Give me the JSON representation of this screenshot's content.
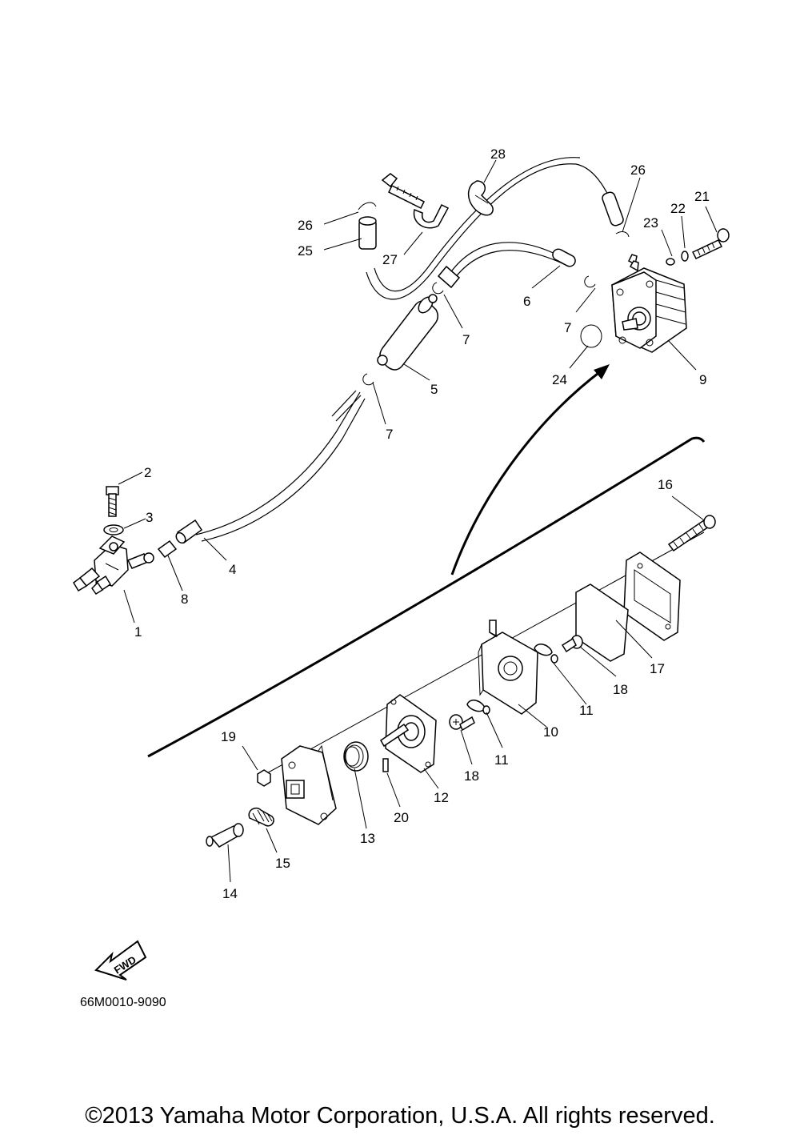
{
  "diagram": {
    "code": "66M0010-9090",
    "fwd_label": "FWD",
    "parts": [
      {
        "id": "label-1",
        "text": "1"
      },
      {
        "id": "label-2",
        "text": "2"
      },
      {
        "id": "label-3",
        "text": "3"
      },
      {
        "id": "label-4",
        "text": "4"
      },
      {
        "id": "label-5",
        "text": "5"
      },
      {
        "id": "label-6",
        "text": "6"
      },
      {
        "id": "label-7a",
        "text": "7"
      },
      {
        "id": "label-7b",
        "text": "7"
      },
      {
        "id": "label-7c",
        "text": "7"
      },
      {
        "id": "label-8",
        "text": "8"
      },
      {
        "id": "label-9",
        "text": "9"
      },
      {
        "id": "label-10",
        "text": "10"
      },
      {
        "id": "label-11a",
        "text": "11"
      },
      {
        "id": "label-11b",
        "text": "11"
      },
      {
        "id": "label-12",
        "text": "12"
      },
      {
        "id": "label-13",
        "text": "13"
      },
      {
        "id": "label-14",
        "text": "14"
      },
      {
        "id": "label-15",
        "text": "15"
      },
      {
        "id": "label-16",
        "text": "16"
      },
      {
        "id": "label-17",
        "text": "17"
      },
      {
        "id": "label-18a",
        "text": "18"
      },
      {
        "id": "label-18b",
        "text": "18"
      },
      {
        "id": "label-19",
        "text": "19"
      },
      {
        "id": "label-20",
        "text": "20"
      },
      {
        "id": "label-21",
        "text": "21"
      },
      {
        "id": "label-22",
        "text": "22"
      },
      {
        "id": "label-23",
        "text": "23"
      },
      {
        "id": "label-24",
        "text": "24"
      },
      {
        "id": "label-25",
        "text": "25"
      },
      {
        "id": "label-26a",
        "text": "26"
      },
      {
        "id": "label-26b",
        "text": "26"
      },
      {
        "id": "label-27",
        "text": "27"
      },
      {
        "id": "label-28",
        "text": "28"
      }
    ]
  },
  "footer": {
    "copyright": "©2013 Yamaha Motor Corporation, U.S.A. All rights reserved."
  }
}
